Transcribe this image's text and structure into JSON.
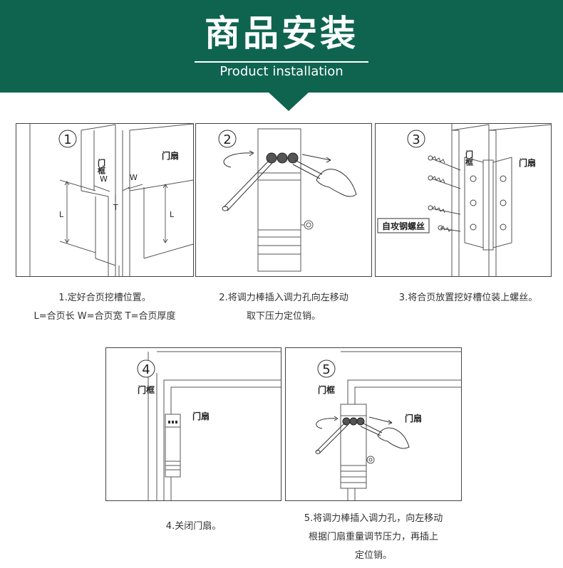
{
  "header": {
    "title": "商品安装",
    "subtitle": "Product installation",
    "bg_color": "#0f6450"
  },
  "steps": [
    {
      "number": "1",
      "labels": {
        "frame": "门框",
        "door": "门扇",
        "w": "W",
        "l": "L",
        "t": "T"
      },
      "caption": [
        "1.定好合页挖槽位置。",
        "L=合页长  W=合页宽  T=合页厚度"
      ]
    },
    {
      "number": "2",
      "caption": [
        "2.将调力棒插入调力孔向左移动",
        "取下压力定位销。"
      ]
    },
    {
      "number": "3",
      "labels": {
        "frame": "门框",
        "door": "门扇",
        "screw": "自攻钢螺丝"
      },
      "caption": [
        "3.将合页放置挖好槽位装上螺丝。"
      ]
    },
    {
      "number": "4",
      "labels": {
        "frame": "门框",
        "door": "门扇"
      },
      "caption": [
        "4.关闭门扇。"
      ]
    },
    {
      "number": "5",
      "labels": {
        "frame": "门框",
        "door": "门扇"
      },
      "caption": [
        "5.将调力棒插入调力孔，向左移动",
        "根据门扇重量调节压力，再插上",
        "定位销。"
      ]
    }
  ]
}
